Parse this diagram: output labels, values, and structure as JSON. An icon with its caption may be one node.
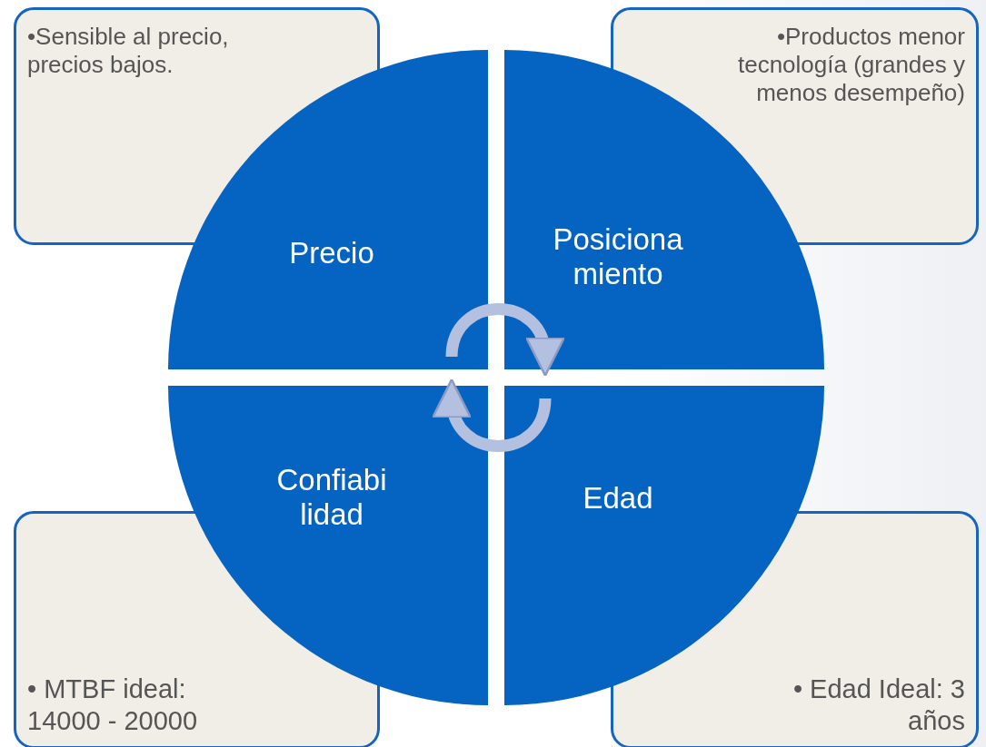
{
  "diagram": {
    "nodes": [
      {
        "text": [
          "•Sensible al precio, precios bajos."
        ]
      },
      {
        "text": [
          "•Productos menor tecnología (grandes y menos desempeño)"
        ]
      },
      {
        "text": [
          "• MTBF ideal: 14000 - 20000"
        ]
      },
      {
        "text": [
          "• Edad Ideal: 3 años"
        ]
      },
      {
        "text": [
          "Precio"
        ]
      },
      {
        "text": [
          "Posiciona miento"
        ]
      },
      {
        "text": [
          "Confiabi lidad"
        ]
      },
      {
        "text": [
          "Edad"
        ]
      }
    ],
    "edges": [
      {
        "from": 4,
        "to": 5,
        "arrow": "to"
      },
      {
        "from": 7,
        "to": 6,
        "arrow": "to"
      }
    ]
  }
}
